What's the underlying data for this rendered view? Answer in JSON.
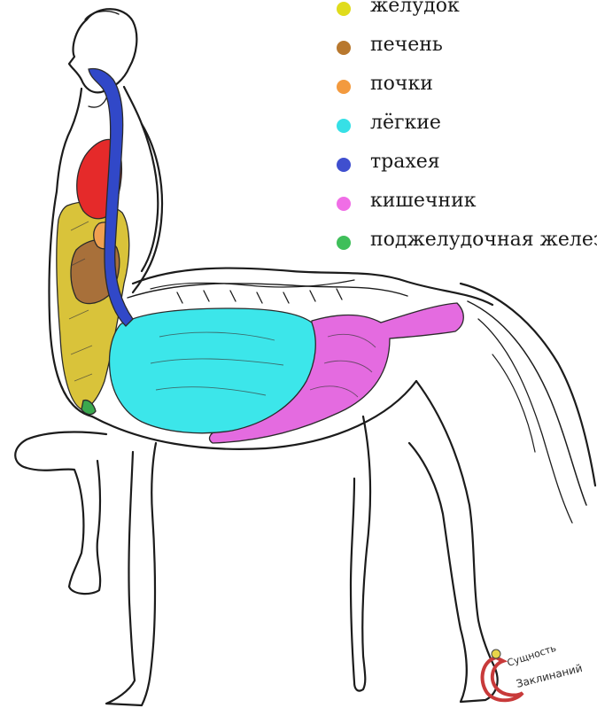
{
  "legend": {
    "items": [
      {
        "label": "желудок",
        "color": "#e0dc1c"
      },
      {
        "label": "печень",
        "color": "#b8782e"
      },
      {
        "label": "почки",
        "color": "#f39a3e"
      },
      {
        "label": "лёгкие",
        "color": "#36e0e6"
      },
      {
        "label": "трахея",
        "color": "#3f4fcf"
      },
      {
        "label": "кишечник",
        "color": "#f06ee6"
      },
      {
        "label": "поджелудочная железа",
        "color": "#3fbf5a"
      }
    ]
  },
  "organs": {
    "heart": "#e52a2a",
    "stomach": "#d9c33a",
    "liver": "#a8703a",
    "kidney": "#f0a050",
    "lungs": "#3ce6ea",
    "trachea": "#3148c8",
    "intestine": "#e46be0",
    "pancreas": "#3aa84e"
  },
  "watermark": {
    "line1": "Сущность",
    "line2": "Заклинаний",
    "accent": "#c83a3a"
  }
}
